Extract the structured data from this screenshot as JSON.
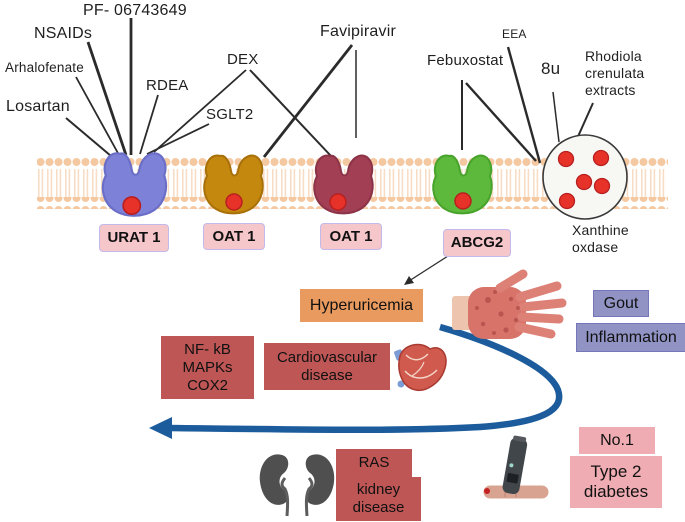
{
  "drugs": {
    "losartan": "Losartan",
    "arhalofenate": "Arhalofenate",
    "nsaids": "NSAIDs",
    "pf": "PF- 06743649",
    "rdea": "RDEA",
    "dex": "DEX",
    "sglt2": "SGLT2",
    "favipiravir": "Favipiravir",
    "eea": "EEA",
    "febuxostat": "Febuxostat",
    "eight_u": "8u",
    "rhodiola": "Rhodiola\ncrenulata\nextracts"
  },
  "transporters": {
    "urat1": "URAT 1",
    "oat1a": "OAT 1",
    "oat1b": "OAT 1",
    "abcg2": "ABCG2",
    "xanthine_oxidase": "Xanthine\noxdase"
  },
  "outcomes": {
    "hyperuricemia": "Hyperuricemia",
    "gout": "Gout",
    "inflammation": "Inflammation",
    "nfkb": "NF- kB\nMAPKs\nCOX2",
    "cardiovascular": "Cardiovascular\ndisease",
    "ras": "RAS",
    "kidney_disease": "kidney\ndisease",
    "no1": "No.1",
    "type2_diabetes": "Type 2\ndiabetes"
  },
  "icons": {
    "hand": "inflamed-hand-icon",
    "heart": "heart-icon",
    "kidneys": "kidneys-icon",
    "lancet": "glucose-lancet-finger-icon",
    "urate": "urate-red-ball-icon"
  },
  "colors": {
    "membrane_head": "#f4c9a2",
    "membrane_tail": "#f7ddc6",
    "urat1_fill": "#7d81d8",
    "oat1a_fill": "#c5880e",
    "oat1b_fill": "#a33f55",
    "abcg2_fill": "#5cb93c",
    "red_ball": "#e63228",
    "chip_pink": "#f5c6ca",
    "orange_box": "#e99a5e",
    "purple_box": "#9193c4",
    "red_box": "#bf5656",
    "light_pink_box": "#efacb2",
    "arrow_blue": "#1c5c9c",
    "line_black": "#2b2b2b"
  }
}
